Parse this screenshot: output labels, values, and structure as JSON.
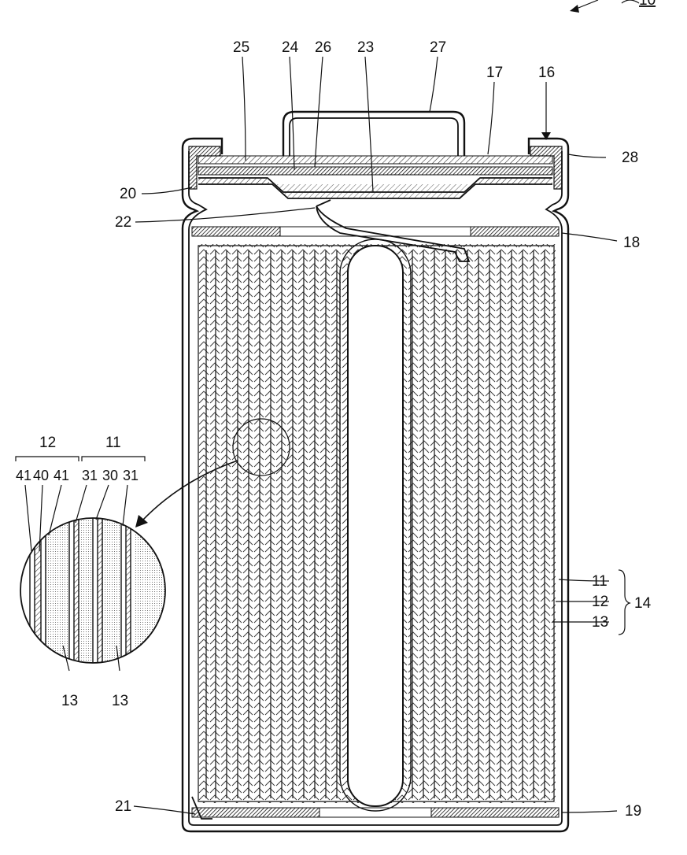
{
  "figure": {
    "number": "10",
    "labels": {
      "l25": "25",
      "l24": "24",
      "l26": "26",
      "l23": "23",
      "l27": "27",
      "l17": "17",
      "l16": "16",
      "l28": "28",
      "l20": "20",
      "l22": "22",
      "l18": "18",
      "l21": "21",
      "l19": "19",
      "l11": "11",
      "l12": "12",
      "l13": "13",
      "l14": "14"
    },
    "inset": {
      "group12": "12",
      "group11": "11",
      "l41a": "41",
      "l40": "40",
      "l41b": "41",
      "l31a": "31",
      "l30": "30",
      "l31b": "31",
      "l13a": "13",
      "l13b": "13"
    }
  }
}
